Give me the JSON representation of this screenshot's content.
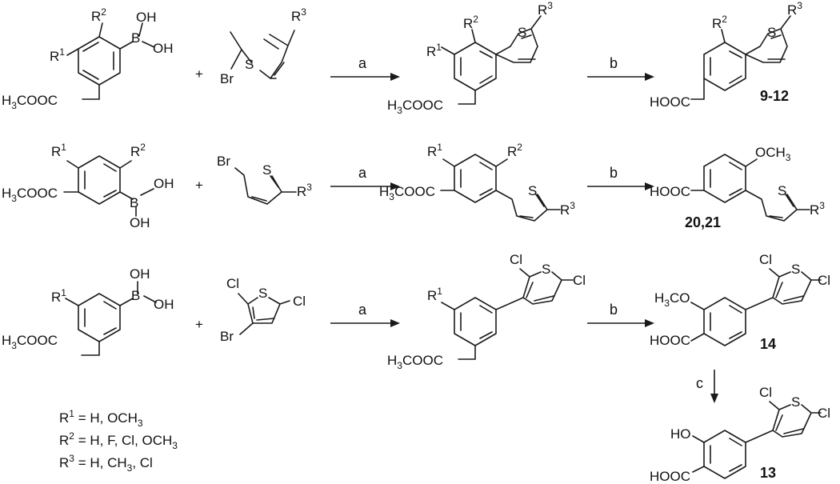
{
  "atoms": {
    "oh": "OH",
    "b": "B",
    "r1": "R",
    "r2": "R",
    "r3": "R",
    "sup1": "1",
    "sup2": "2",
    "sup3": "3",
    "s": "S",
    "br": "Br",
    "cl": "Cl",
    "h": "H",
    "ester_tail": "COOC",
    "ester_head": "H",
    "three": "3",
    "hooc": "HOOC",
    "ho": "HO",
    "och": "OCH",
    "co": "CO",
    "plus": "+"
  },
  "conditions": {
    "a": "a",
    "b": "b",
    "c": "c"
  },
  "compounds": {
    "row1": "9-12",
    "row2_a": "20",
    "row2_sep": ",",
    "row2_b": "21",
    "row3": "14",
    "row4": "13"
  },
  "legend": {
    "r1_values": " = H, OCH",
    "r1_sub": "3",
    "r2_values": " = H, F, Cl, OCH",
    "r2_sub": "3",
    "r3_values": " = H, CH",
    "r3_sub": "3",
    "r3_tail": ", Cl"
  }
}
